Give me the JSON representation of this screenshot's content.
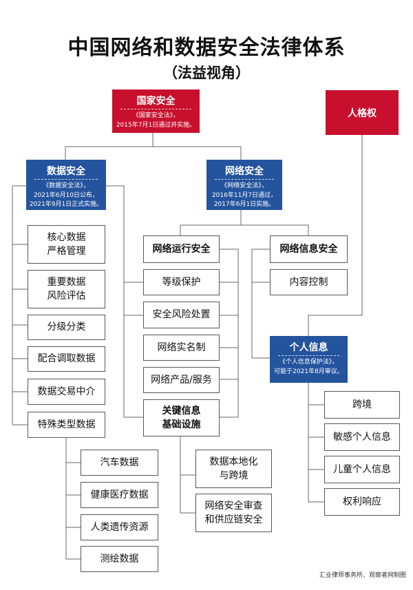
{
  "title": "中国网络和数据安全法律体系",
  "subtitle": "（法益视角）",
  "national_security": {
    "title": "国家安全",
    "note1": "《国家安全法》，",
    "note2": "2015年7月1日通过并实施。"
  },
  "personality_rights": {
    "title": "人格权"
  },
  "data_security": {
    "title": "数据安全",
    "note1": "《数据安全法》，",
    "note2": "2021年6月10日公布，",
    "note3": "2021年9月1日正式实施。",
    "items": [
      {
        "line1": "核心数据",
        "line2": "严格管理"
      },
      {
        "line1": "重要数据",
        "line2": "风险评估"
      },
      {
        "line1": "分级分类"
      },
      {
        "line1": "配合调取数据"
      },
      {
        "line1": "数据交易中介"
      },
      {
        "line1": "特殊类型数据"
      }
    ],
    "special_types": [
      "汽车数据",
      "健康医疗数据",
      "人类遗传资源",
      "测绘数据"
    ]
  },
  "network_security": {
    "title": "网络安全",
    "note1": "《网络安全法》，",
    "note2": "2016年11月7日通过，",
    "note3": "2017年6月1日实施。"
  },
  "network_operation": {
    "title": "网络运行安全",
    "items": [
      "等级保护",
      "安全风险处置",
      "网络实名制",
      "网络产品/服务"
    ],
    "cii": {
      "line1": "关键信息",
      "line2": "基础设施"
    },
    "cii_items": [
      {
        "line1": "数据本地化",
        "line2": "与跨境"
      },
      {
        "line1": "网络安全审查",
        "line2": "和供应链安全"
      }
    ]
  },
  "network_info": {
    "title": "网络信息安全",
    "items": [
      "内容控制"
    ]
  },
  "personal_info": {
    "title": "个人信息",
    "note1": "《个人信息保护法》，",
    "note2": "可能于2021年8月审议。",
    "items": [
      "跨境",
      "敏感个人信息",
      "儿童个人信息",
      "权利响应"
    ]
  },
  "credit": "汇业律师事务所、观察者网制图"
}
